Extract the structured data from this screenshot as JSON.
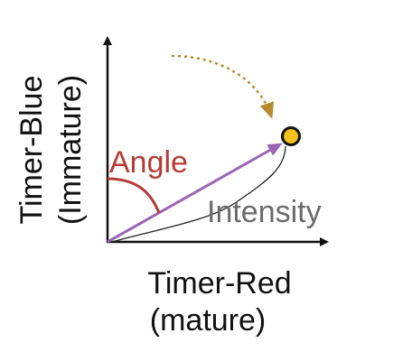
{
  "diagram": {
    "y_axis_label_line1": "Timer-Blue",
    "y_axis_label_line2": "(Immature)",
    "x_axis_label_line1": "Timer-Red",
    "x_axis_label_line2": "(mature)",
    "angle_label": "Angle",
    "intensity_label": "Intensity"
  },
  "colors": {
    "axis": "#111111",
    "vector": "#9b64b5",
    "angle": "#b43c34",
    "intensity": "#6b6b6b",
    "dashed_arrow": "#b88a2e",
    "point_fill": "#f5c11c",
    "point_stroke": "#111111",
    "text": "#111111"
  }
}
